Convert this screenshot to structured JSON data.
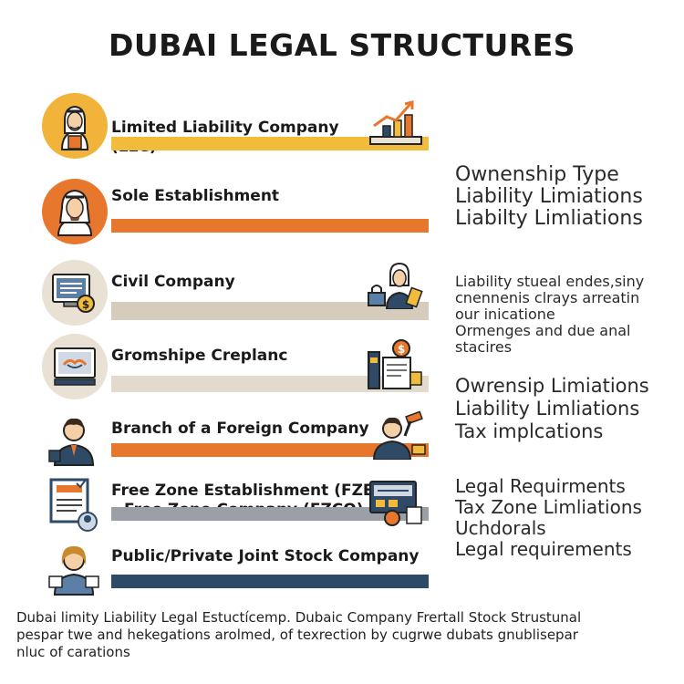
{
  "title": "DUBAI LEGAL STRUCTURES",
  "structures": [
    {
      "label_lines": [
        "Limited Liability Company",
        "(LLC)"
      ],
      "bar_color": "#f2bb3c",
      "icon_bg": "#f2b33a"
    },
    {
      "label_lines": [
        "Sole Establishment"
      ],
      "bar_color": "#e8772e",
      "icon_bg": "#e8772e"
    },
    {
      "label_lines": [
        "Civil Company"
      ],
      "bar_color": "#d6ccbb",
      "icon_bg": "#e8e1d4"
    },
    {
      "label_lines": [
        "Gromshipe Creplanc"
      ],
      "bar_color": "#e2dacd",
      "icon_bg": "#e8e1d4"
    },
    {
      "label_lines": [
        "Branch of a Foreign Company"
      ],
      "bar_color": "#e8772e",
      "icon_bg": "#ffffff"
    },
    {
      "label_lines": [
        "Free Zone Establishment (FZE) /",
        "Free Zone Company (FZCO)"
      ],
      "bar_color": "#9aa0a6",
      "icon_bg": "#ffffff"
    },
    {
      "label_lines": [
        "Public/Private Joint Stock Company"
      ],
      "bar_color": "#2f4a66",
      "icon_bg": "#ffffff"
    }
  ],
  "side_notes": [
    {
      "lines": [
        "Ownenship Type",
        "Liability Limiations",
        "Liabilty Limliations"
      ]
    },
    {
      "lines": [
        "Liability stueal endes,siny",
        "cnennenis clrays arreatin",
        "our inicatione",
        "Ormenges and due anal",
        "stacires"
      ]
    },
    {
      "lines": [
        "Owrensip Limiations",
        "Liability Limliations",
        "Tax implcations"
      ]
    },
    {
      "lines": [
        "Legal Requirments",
        "Tax Zone Limliations",
        "Uchdorals",
        "Legal requirements"
      ]
    }
  ],
  "footer_lines": [
    "Dubai limity Liability Legal Estuctícemp. Dubaic Company Frertall Stock Strustunal",
    "pespar twe and hekegations arolmed, of texrection by cugrwe dubats gnublisepar",
    "nluc of carations"
  ],
  "colors": {
    "orange": "#e8772e",
    "yellow": "#f2bb3c",
    "navy": "#2f4a66",
    "beige": "#e8e1d4"
  }
}
